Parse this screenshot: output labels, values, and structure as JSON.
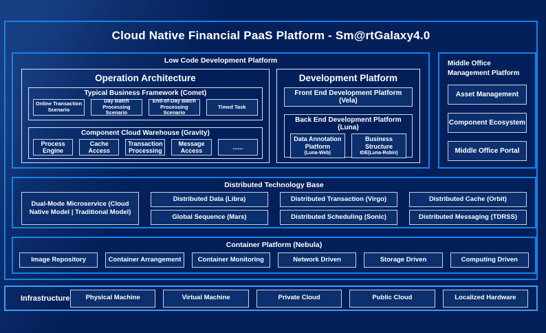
{
  "title": "Cloud Native Financial PaaS Platform - Sm@rtGalaxy4.0",
  "low_code": {
    "label": "Low Code Development Platform",
    "operation_architecture": {
      "title": "Operation Architecture",
      "typical_business_framework": {
        "label": "Typical Business Framework (Comet)",
        "items": [
          "Online Transaction Scenario",
          "Day Batch Processing Scenario",
          "End-of-Day Batch Processing Scenario",
          "Timed Task"
        ]
      },
      "component_cloud_warehouse": {
        "label": "Component Cloud Warehouse (Gravity)",
        "items": [
          "Process Engine",
          "Cache Access",
          "Transaction Processing",
          "Message Access",
          "......"
        ]
      }
    },
    "development_platform": {
      "title": "Development Platform",
      "front_end_label": "Front End Development Platform (Vela)",
      "back_end": {
        "label": "Back End Development Platform (Luna)",
        "items": [
          {
            "name": "Data Annotation Platform",
            "sub": "(Luna-Web)"
          },
          {
            "name": "Business Structure",
            "sub": "IDE(Luna-Robin)"
          }
        ]
      }
    }
  },
  "middle_office": {
    "label": "Middle Office Management Platform",
    "items": [
      "Asset Management",
      "Component Ecosystem",
      "Middle Office Portal"
    ]
  },
  "distributed_technology_base": {
    "label": "Distributed Technology Base",
    "dual_mode_label": "Dual-Mode Microservice (Cloud Native Model | Traditional Model)",
    "columns": [
      [
        "Distributed Data (Libra)",
        "Global Sequence (Mars)"
      ],
      [
        "Distributed Transaction (Virgo)",
        "Distributed Scheduling (Sonic)"
      ],
      [
        "Distributed Cache (Orbit)",
        "Distributed Messaging (TDRSS)"
      ]
    ]
  },
  "container_platform": {
    "label": "Container Platform (Nebula)",
    "items": [
      "Image Repository",
      "Container Arrangement",
      "Container Monitoring",
      "Network Driven",
      "Storage Driven",
      "Computing Driven"
    ]
  },
  "infrastructure": {
    "label": "Infrastructure",
    "items": [
      "Physical Machine",
      "Virtual Machine",
      "Private Cloud",
      "Public Cloud",
      "Localized Hardware"
    ]
  },
  "colors": {
    "background": "#04205a",
    "accent_border": "#1583e8",
    "infra_border": "#3f9ff0",
    "inner_border": "#dfe7f3",
    "item_fill": "#0c2f6e",
    "text": "#ffffff"
  }
}
